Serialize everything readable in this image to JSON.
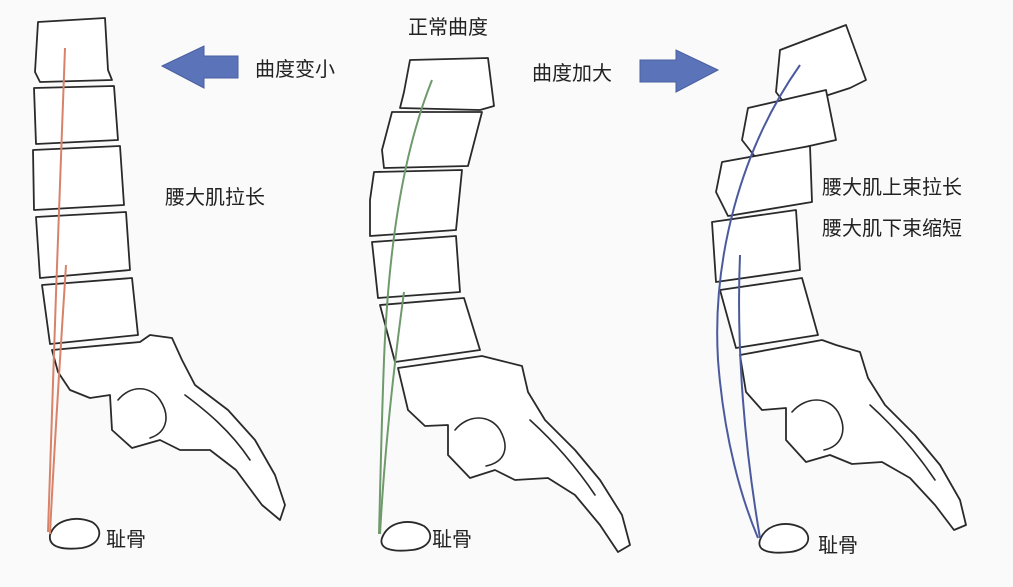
{
  "labels": {
    "normal_curve": "正常曲度",
    "curve_decrease": "曲度变小",
    "curve_increase": "曲度加大",
    "left_muscle_note": "腰大肌拉长",
    "right_muscle_note_1": "腰大肌上束拉长",
    "right_muscle_note_2": "腰大肌下束缩短",
    "pubis_left": "耻骨",
    "pubis_center": "耻骨",
    "pubis_right": "耻骨"
  },
  "colors": {
    "arrow": "#5b73b8",
    "muscle_left": "#d9826a",
    "muscle_center": "#6f9a6b",
    "muscle_right": "#4b5a9e",
    "bone_outline": "#2a2a2a"
  },
  "icons": {
    "arrow_left": "left-arrow-icon",
    "arrow_right": "right-arrow-icon"
  }
}
